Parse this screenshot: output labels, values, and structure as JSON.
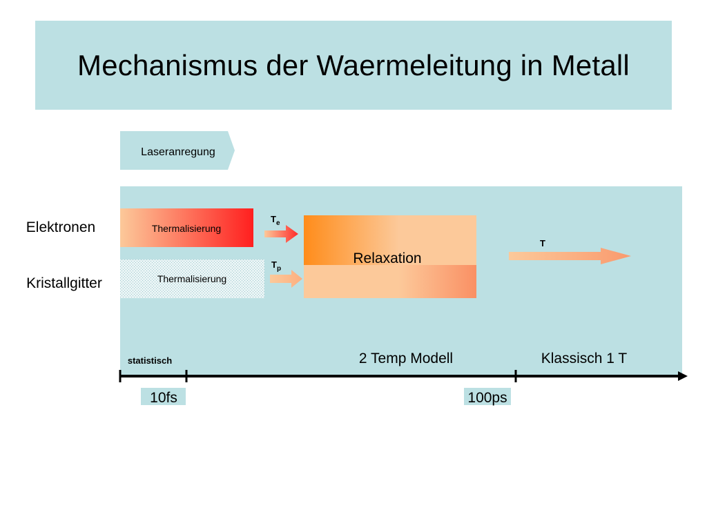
{
  "title": "Mechanismus der Waermeleitung in Metall",
  "laser": "Laseranregung",
  "rows": {
    "electrons": "Elektronen",
    "lattice": "Kristallgitter"
  },
  "thermalisation": {
    "electrons": "Thermalisierung",
    "lattice": "Thermalisierung"
  },
  "arrows": {
    "te_main": "T",
    "te_sub": "e",
    "tp_main": "T",
    "tp_sub": "p",
    "t": "T"
  },
  "relaxation": "Relaxation",
  "regimes": {
    "statistical": "statistisch",
    "two_temp": "2 Temp Modell",
    "classical": "Klassisch 1 T"
  },
  "timeline": {
    "tick_10fs": "10fs",
    "tick_100ps": "100ps"
  },
  "colors": {
    "title_bg": "#bce0e3",
    "panel_bg": "#bce0e3",
    "hot": "#ff1f1f",
    "warm": "#ff8c1a",
    "light": "#fcc99a"
  }
}
